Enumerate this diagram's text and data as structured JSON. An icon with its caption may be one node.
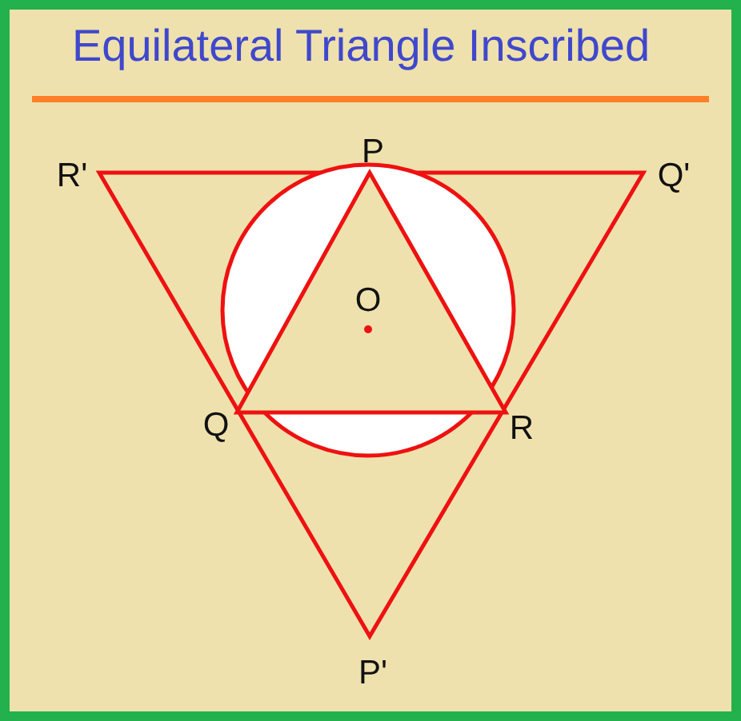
{
  "diagram": {
    "title": "Equilateral Triangle Inscribed",
    "labels": [
      "P",
      "R'",
      "Q'",
      "O",
      "Q",
      "R",
      "P'"
    ]
  }
}
